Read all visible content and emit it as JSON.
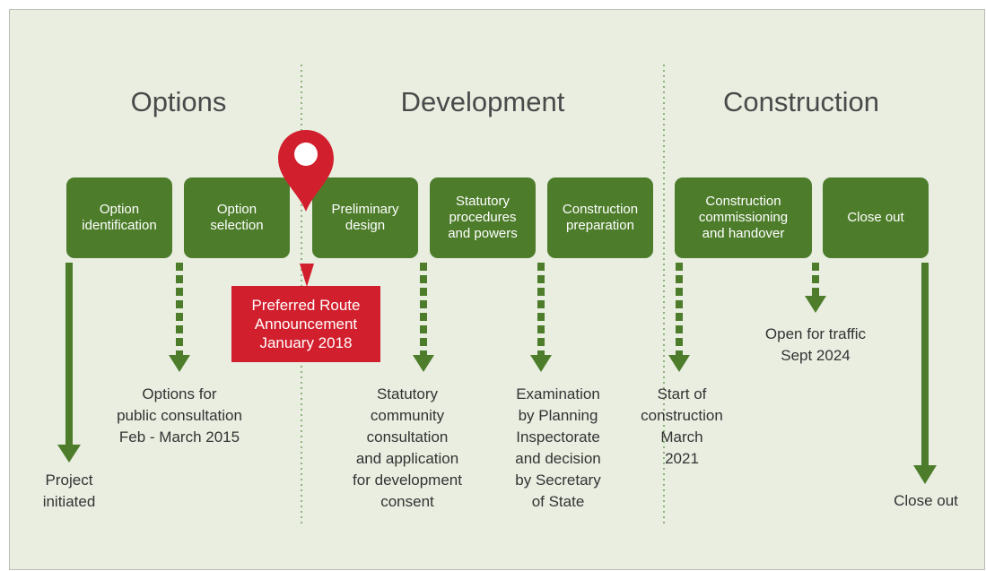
{
  "phases": {
    "options": "Options",
    "development": "Development",
    "construction": "Construction"
  },
  "boxes": {
    "option_identification": "Option identification",
    "option_selection": "Option selection",
    "preliminary_design": "Preliminary design",
    "statutory_procedures": "Statutory procedures and powers",
    "construction_preparation": "Construction preparation",
    "construction_commissioning": "Construction commissioning and handover",
    "close_out": "Close out"
  },
  "milestone": "Preferred Route\nAnnouncement\nJanuary 2018",
  "labels": {
    "project_initiated": "Project\ninitiated",
    "public_consultation": "Options for\npublic consultation\nFeb - March 2015",
    "statutory_consultation": "Statutory\ncommunity\nconsultation\nand application\nfor development\nconsent",
    "examination": "Examination\nby Planning\nInspectorate\nand decision\nby Secretary\nof State",
    "start_construction": "Start of\nconstruction\nMarch\n2021",
    "open_traffic": "Open for traffic\nSept 2024",
    "close_out": "Close out"
  },
  "colors": {
    "green": "#4d7d2b",
    "red": "#d21f2d",
    "background": "#e9eee1",
    "text": "#333333"
  },
  "icons": {
    "milestone_marker": "map-pin-icon"
  }
}
